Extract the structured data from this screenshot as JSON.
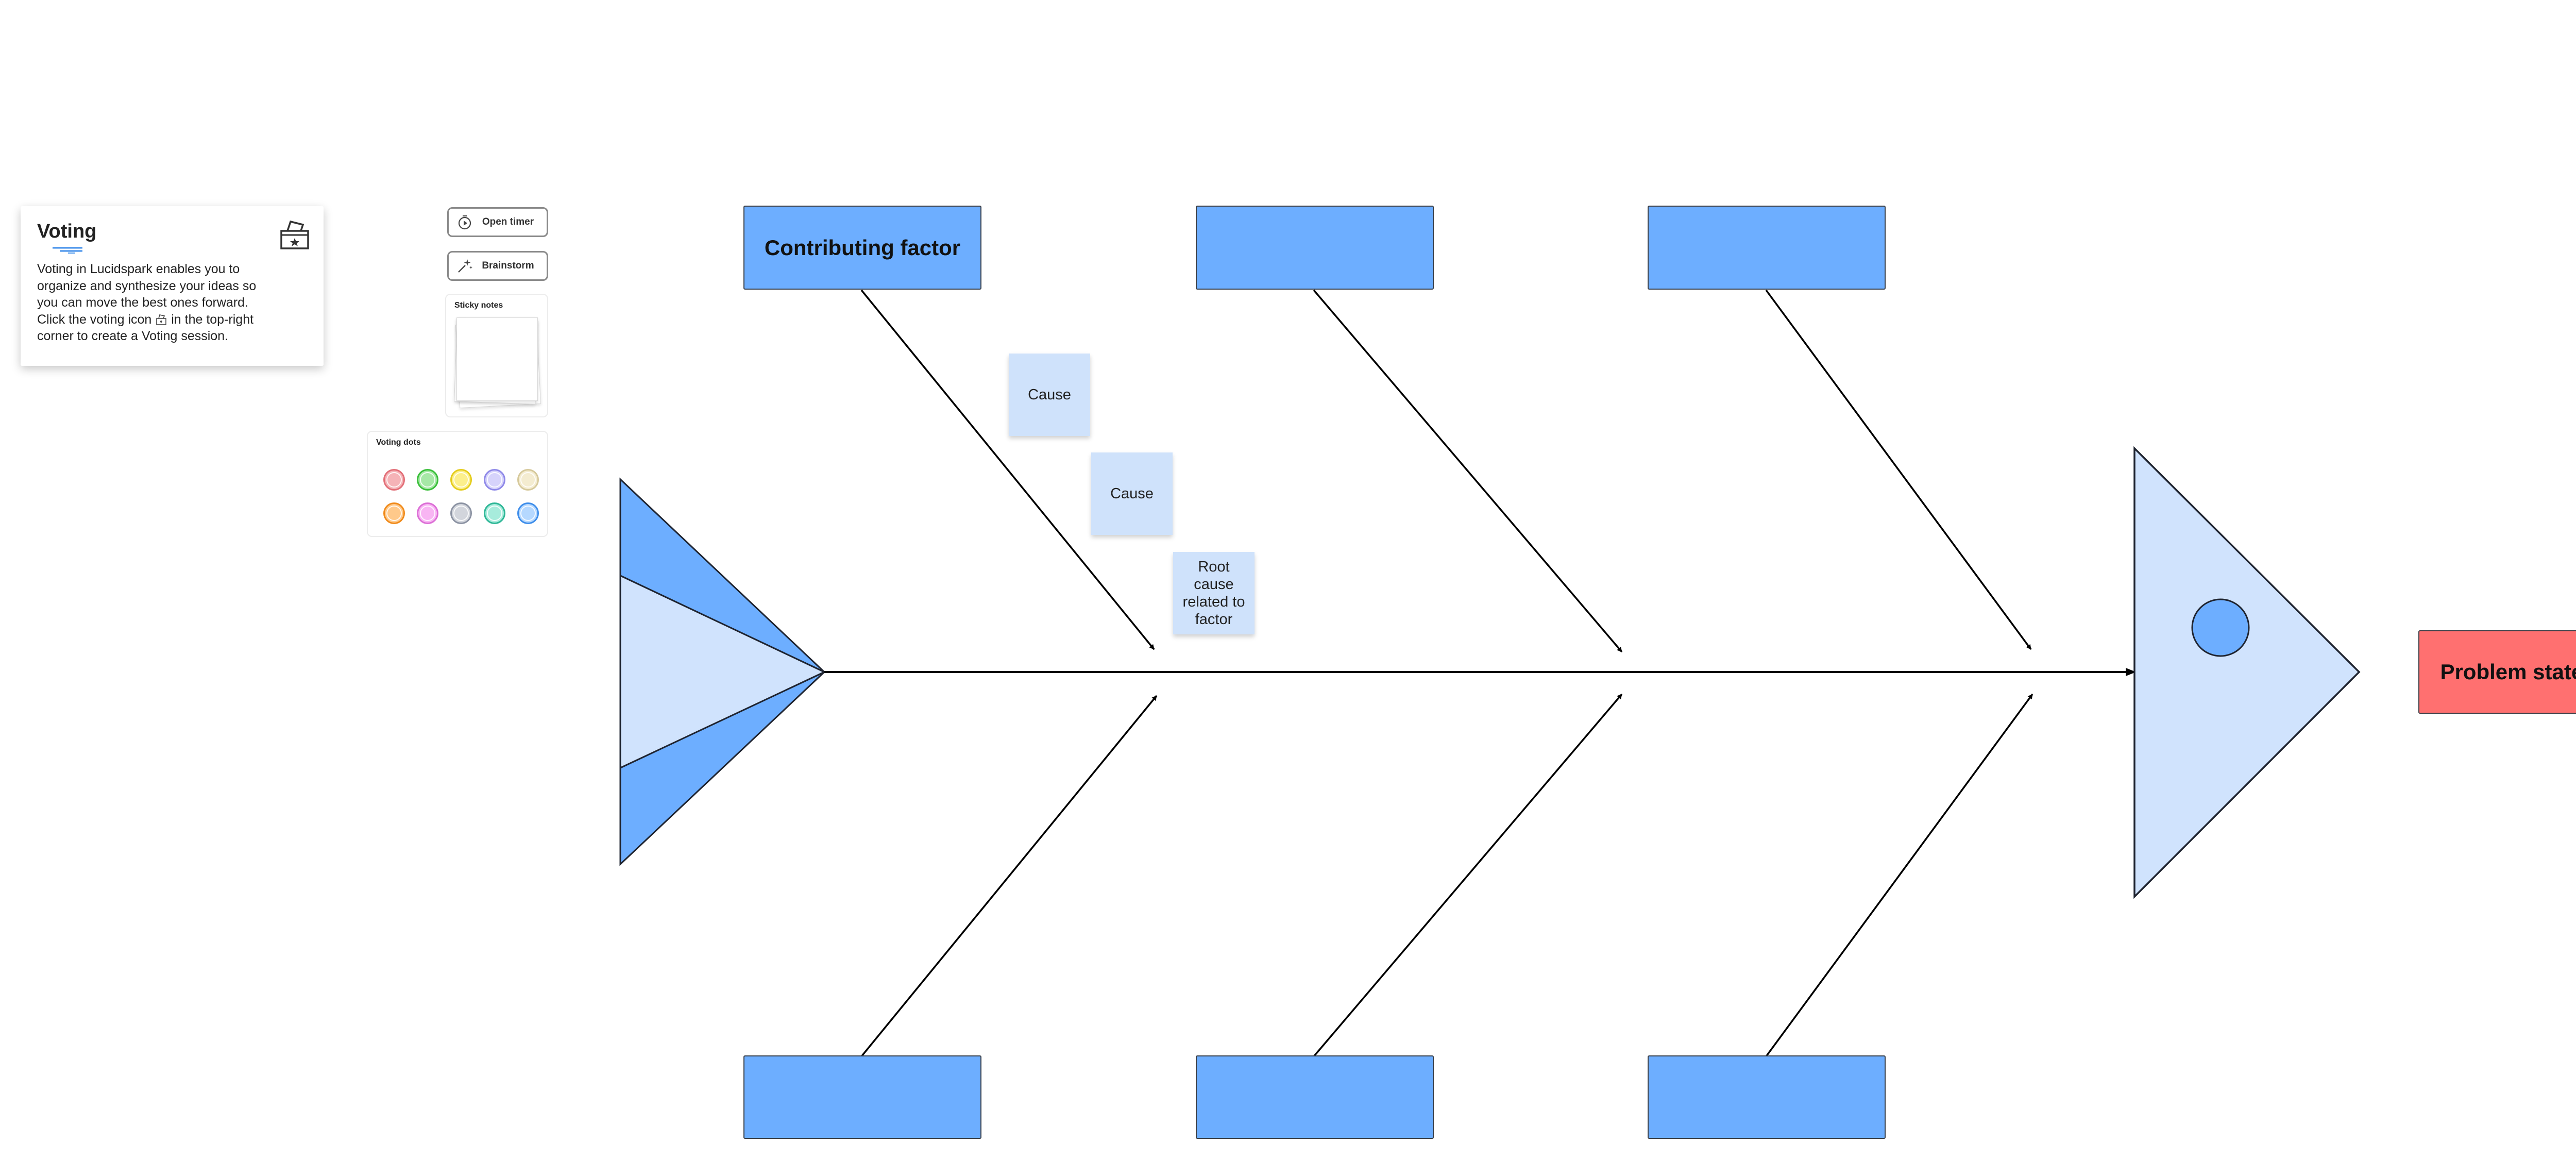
{
  "voting_card": {
    "title": "Voting",
    "body_line1": "Voting in Lucidspark enables you to",
    "body_line2": "organize and synthesize your ideas so",
    "body_line3": "you can move the best ones forward.",
    "body_line4_before_icon": "Click the voting icon",
    "body_line4_after_icon": " in the top-right",
    "body_line5": "corner to create a Voting session.",
    "icon": "ballot-box-icon"
  },
  "tools": {
    "open_timer_label": "Open timer",
    "open_timer_icon": "timer-icon",
    "brainstorm_label": "Brainstorm",
    "brainstorm_icon": "sparkle-icon"
  },
  "sticky_notes_panel": {
    "label": "Sticky notes"
  },
  "voting_dots_panel": {
    "label": "Voting dots",
    "dot_colors": [
      [
        "#f5b3b7",
        "#e26f78"
      ],
      [
        "#a6e8a6",
        "#3bbf3b"
      ],
      [
        "#fcef8c",
        "#e4cc1c"
      ],
      [
        "#d6d3fb",
        "#8f89e8"
      ],
      [
        "#f4ecd0",
        "#d6c99b"
      ],
      [
        "#ffc98a",
        "#f08b1c"
      ],
      [
        "#f8b5f3",
        "#dc6fd6"
      ],
      [
        "#d2d5dc",
        "#8c93a3"
      ],
      [
        "#a7ecdc",
        "#2fb797"
      ],
      [
        "#b5d8ff",
        "#3f8eea"
      ]
    ]
  },
  "fishbone": {
    "problem_statement": "Problem statement",
    "top_factors": [
      "Contributing factor",
      "",
      ""
    ],
    "bottom_factors": [
      "",
      "",
      ""
    ],
    "causes": [
      "Cause",
      "Cause",
      "Root cause related to factor"
    ],
    "colors": {
      "factor_fill": "#6daeff",
      "problem_fill": "#ff7070",
      "note_fill": "#cfe2fb",
      "triangle_light": "#d0e3fd",
      "triangle_dark": "#6daeff",
      "stroke": "#1f2430"
    }
  }
}
